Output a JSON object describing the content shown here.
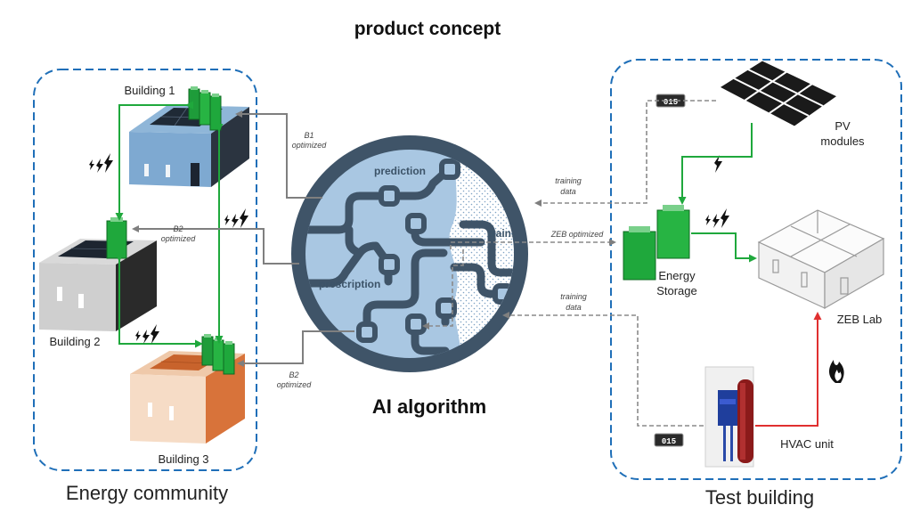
{
  "title": "product concept",
  "left_region": {
    "label": "Energy community"
  },
  "right_region": {
    "label": "Test building"
  },
  "center": {
    "label": "AI algorithm",
    "words": {
      "prediction": "prediction",
      "prescription": "prescription",
      "training": "training"
    }
  },
  "buildings": [
    {
      "label": "Building 1"
    },
    {
      "label": "Building 2"
    },
    {
      "label": "Building 3"
    }
  ],
  "test_building": {
    "pv": [
      "PV",
      "modules"
    ],
    "storage": [
      "Energy",
      "Storage"
    ],
    "lab": "ZEB Lab",
    "hvac": "HVAC unit",
    "meter_reading": "015"
  },
  "flows": {
    "b1": [
      "B1",
      "optimized"
    ],
    "b2_top": [
      "B2",
      "optimized"
    ],
    "b2_bottom": [
      "B2",
      "optimized"
    ],
    "training_top": [
      "training",
      "data"
    ],
    "zeb": "ZEB optimized",
    "training_bottom": [
      "training",
      "data"
    ]
  },
  "colors": {
    "dashed_border": "#1f6fb8",
    "circle_dark": "#3f5468",
    "circle_light": "#a9c7e2",
    "green": "#1fa83c",
    "red": "#e03030",
    "arrow_gray": "#7f7f7f"
  }
}
